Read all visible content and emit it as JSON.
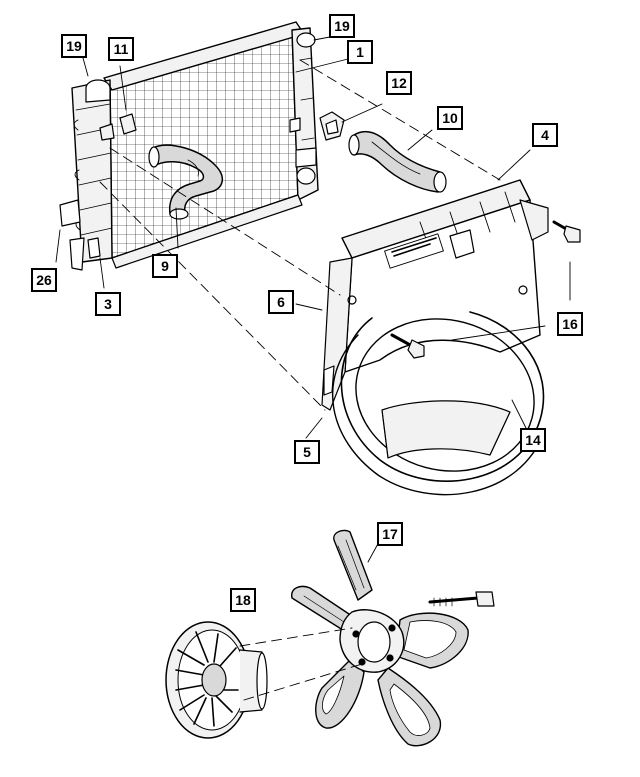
{
  "callouts": [
    {
      "id": "c19a",
      "label": "19"
    },
    {
      "id": "c11",
      "label": "11"
    },
    {
      "id": "c19b",
      "label": "19"
    },
    {
      "id": "c1",
      "label": "1"
    },
    {
      "id": "c12",
      "label": "12"
    },
    {
      "id": "c10",
      "label": "10"
    },
    {
      "id": "c4",
      "label": "4"
    },
    {
      "id": "c9",
      "label": "9"
    },
    {
      "id": "c26",
      "label": "26"
    },
    {
      "id": "c3",
      "label": "3"
    },
    {
      "id": "c6",
      "label": "6"
    },
    {
      "id": "c16",
      "label": "16"
    },
    {
      "id": "c14",
      "label": "14"
    },
    {
      "id": "c5",
      "label": "5"
    },
    {
      "id": "c17",
      "label": "17"
    },
    {
      "id": "c18",
      "label": "18"
    }
  ],
  "colors": {
    "line": "#000000",
    "background": "#ffffff",
    "fill_light": "#f2f2f2",
    "fill_mid": "#d9d9d9"
  }
}
